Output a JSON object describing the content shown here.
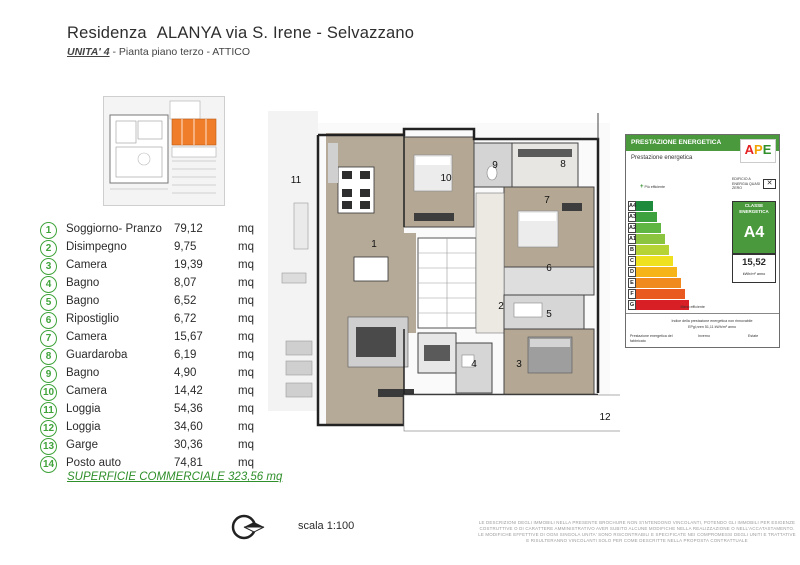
{
  "header": {
    "title_part1": "Residenza",
    "title_part2": "ALANYA  via S. Irene -  Selvazzano",
    "unit_label": "UNITA' 4",
    "subtitle": " - Pianta piano terzo - ATTICO"
  },
  "rooms": [
    {
      "num": "1",
      "name": "Soggiorno- Pranzo",
      "area": "79,12",
      "unit": "mq"
    },
    {
      "num": "2",
      "name": "Disimpegno",
      "area": "9,75",
      "unit": "mq"
    },
    {
      "num": "3",
      "name": "Camera",
      "area": "19,39",
      "unit": "mq"
    },
    {
      "num": "4",
      "name": "Bagno",
      "area": "8,07",
      "unit": "mq"
    },
    {
      "num": "5",
      "name": "Bagno",
      "area": "6,52",
      "unit": "mq"
    },
    {
      "num": "6",
      "name": "Ripostiglio",
      "area": "6,72",
      "unit": "mq"
    },
    {
      "num": "7",
      "name": "Camera",
      "area": "15,67",
      "unit": "mq"
    },
    {
      "num": "8",
      "name": "Guardaroba",
      "area": "6,19",
      "unit": "mq"
    },
    {
      "num": "9",
      "name": "Bagno",
      "area": "4,90",
      "unit": "mq"
    },
    {
      "num": "10",
      "name": "Camera",
      "area": "14,42",
      "unit": "mq"
    },
    {
      "num": "11",
      "name": "Loggia",
      "area": "54,36",
      "unit": "mq"
    },
    {
      "num": "12",
      "name": "Loggia",
      "area": "34,60",
      "unit": "mq"
    },
    {
      "num": "13",
      "name": "Garge",
      "area": "30,36",
      "unit": "mq"
    },
    {
      "num": "14",
      "name": "Posto auto",
      "area": "74,81",
      "unit": "mq"
    }
  ],
  "superficie": "SUPERFICIE COMMERCIALE 323,56 mq",
  "scale": "scala 1:100",
  "disclaimer": "LE DESCRIZIONI DEGLI IMMOBILI NELLA PRESENTE BROCHURE NON S'INTENDONO VINCOLANTI, POTENDO GLI IMMOBILI PER ESIGENZE COSTRUTTIVE O DI CARATTERE AMMINISTRATIVO AVER SUBITO ALCUNE MODIFICHE NELLA REALIZZAZIONE O NELL'ACCATASTAMENTO. LE MODIFICHE EFFETTIVE DI OGNI SINGOLA UNITA' SONO RISCONTRABILI E SPECIFICATE NEI COMPROMESSI DEGLI UNITI E TRATTATIVE E RISULTERANNO VINCOLANTI SOLO PER COME DESCRITTE NELLA PROPOSTA CONTRATTUALE",
  "floorplan_labels": [
    "1",
    "2",
    "3",
    "4",
    "5",
    "6",
    "7",
    "8",
    "9",
    "10",
    "11",
    "12"
  ],
  "ape": {
    "header": "PRESTAZIONE ENERGETICA",
    "logo": {
      "a": "A",
      "p": "P",
      "e": "E"
    },
    "subheader": "Prestazione energetica",
    "more_efficient": "Più efficiente",
    "less_efficient": "Meno efficiente",
    "nzeb": "EDIFICIO A ENERGIA QUASI ZERO",
    "class_header": "CLASSE ENERGETICA",
    "class_value": "A4",
    "ep_value": "15,52",
    "ep_unit": "kWh/m² anno",
    "renewable_label": "Indice della prestazione energetica non rinnovabile",
    "renewable_value": "EPgl,nren   51,11   kWh/m² anno",
    "building_label": "Prestazione energetica del fabbricato",
    "winter": "Inverno",
    "summer": "Estate",
    "classes": [
      {
        "label": "A4",
        "color": "#1e8a3c",
        "width": 22
      },
      {
        "label": "A3",
        "color": "#3da23e",
        "width": 26
      },
      {
        "label": "A2",
        "color": "#5fb642",
        "width": 30
      },
      {
        "label": "A1",
        "color": "#8bc53f",
        "width": 34
      },
      {
        "label": "B",
        "color": "#b5d334",
        "width": 38
      },
      {
        "label": "C",
        "color": "#f0e11f",
        "width": 42
      },
      {
        "label": "D",
        "color": "#f7b418",
        "width": 46
      },
      {
        "label": "E",
        "color": "#f08a1e",
        "width": 50
      },
      {
        "label": "F",
        "color": "#e85a1f",
        "width": 54
      },
      {
        "label": "G",
        "color": "#d81f26",
        "width": 58
      }
    ]
  }
}
